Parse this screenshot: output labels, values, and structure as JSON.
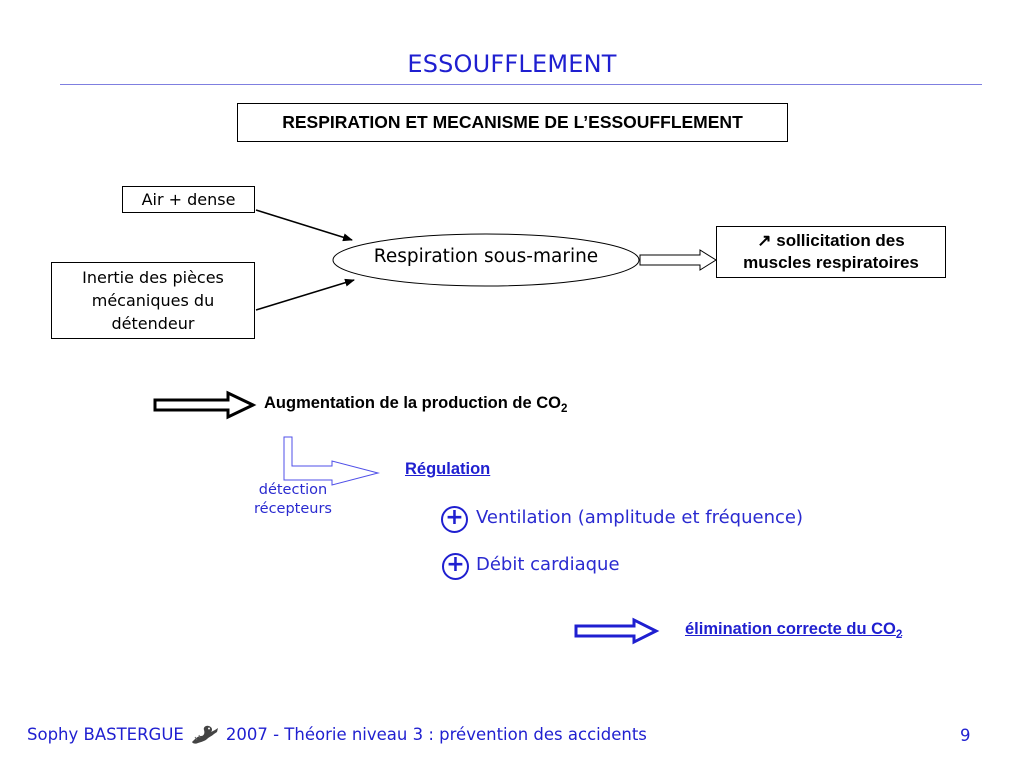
{
  "header": {
    "title": "ESSOUFFLEMENT"
  },
  "diagram": {
    "heading": "RESPIRATION ET MECANISME DE L’ESSOUFFLEMENT",
    "inputs": [
      "Air + dense",
      "Inertie des pièces mécaniques du détendeur"
    ],
    "center_node": "Respiration sous-marine",
    "output_node": {
      "arrow_symbol": "↗",
      "line1": "sollicitation des",
      "line2": "muscles respiratoires"
    },
    "consequence": {
      "text": "Augmentation de la production de CO",
      "subscript": "2"
    },
    "regulation": {
      "title": "Régulation",
      "detector_line1": "détection",
      "detector_line2": "récepteurs",
      "items": [
        {
          "sign": "+",
          "label": "Ventilation (amplitude et fréquence)"
        },
        {
          "sign": "+",
          "label": "Débit cardiaque"
        }
      ]
    },
    "result": {
      "text": "élimination correcte du CO",
      "subscript": "2"
    }
  },
  "footer": {
    "text": "Sophy BASTERGUE",
    "text_after_logo": "2007 - Théorie niveau 3 : prévention des accidents",
    "logo_icon": "seahorse-logo-icon",
    "page_number": "9"
  },
  "colors": {
    "accent": "#1f1fd0",
    "rule": "#7f7fe0",
    "text": "#000000"
  }
}
